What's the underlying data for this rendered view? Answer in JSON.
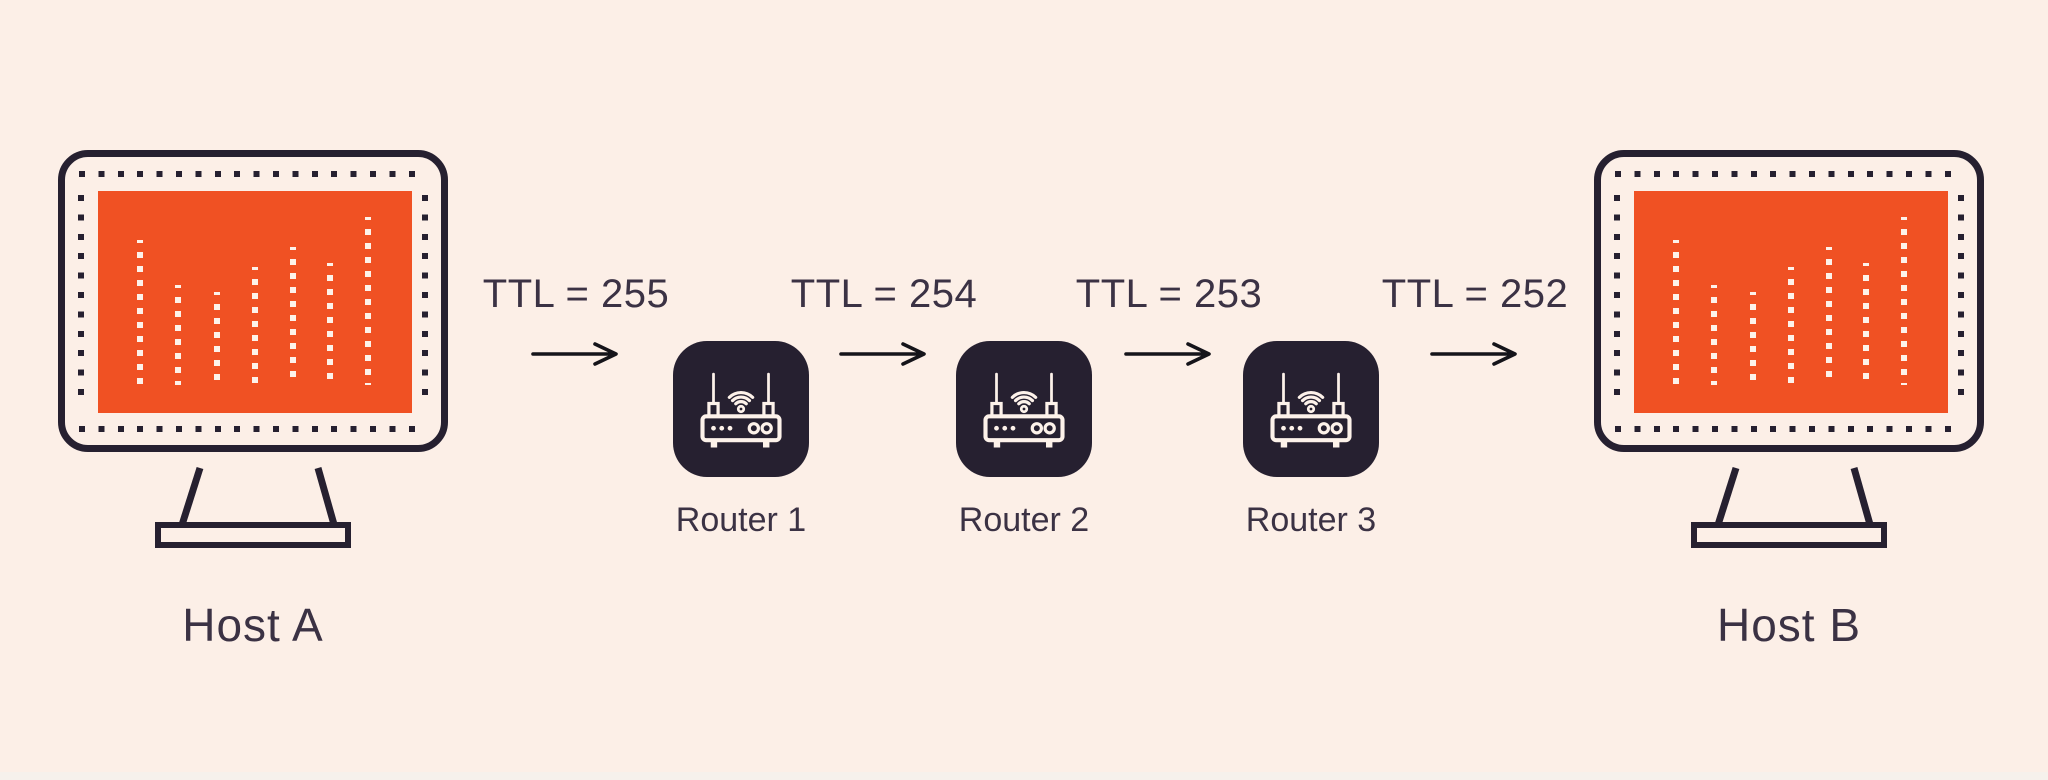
{
  "title": "TTL decrement across three routers between two hosts",
  "colors": {
    "background": "#fcefe7",
    "accent_orange": "#f05123",
    "dark": "#262030",
    "text": "#3b3244",
    "arrow": "#15141a",
    "cream": "#fdf2ea",
    "footer_strip": "#f6f1ec"
  },
  "icons": {
    "host": "monitor-with-equalizer-icon",
    "router": "wifi-router-icon",
    "flow": "right-arrow-icon"
  },
  "hosts": {
    "a": {
      "label": "Host A"
    },
    "b": {
      "label": "Host B"
    }
  },
  "routers": [
    {
      "label": "Router 1"
    },
    {
      "label": "Router 2"
    },
    {
      "label": "Router 3"
    }
  ],
  "hops": [
    {
      "ttl": "TTL = 255"
    },
    {
      "ttl": "TTL = 254"
    },
    {
      "ttl": "TTL = 253"
    },
    {
      "ttl": "TTL = 252"
    }
  ]
}
